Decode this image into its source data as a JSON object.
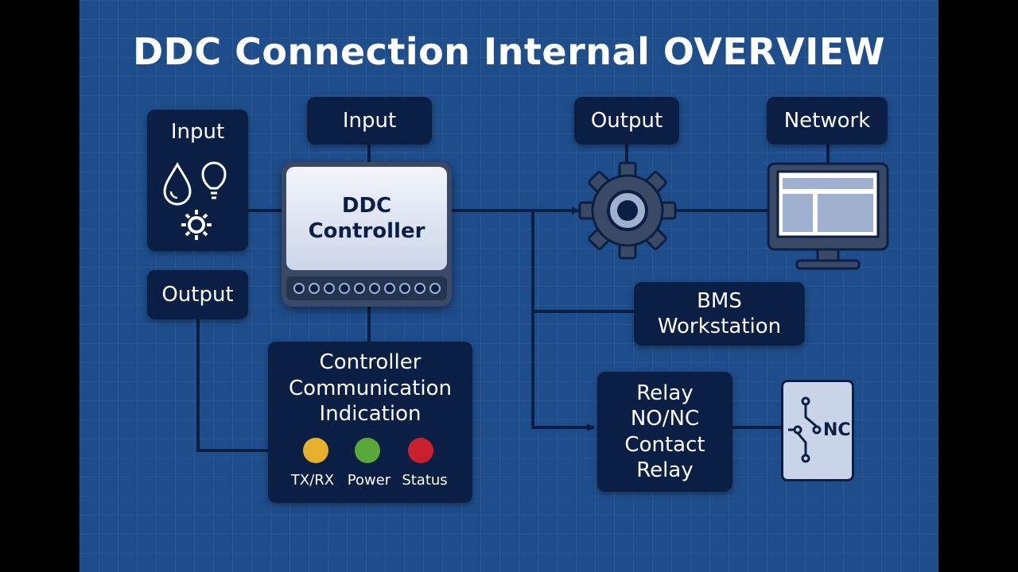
{
  "title": "DDC Connection Internal OVERVIEW",
  "boxes": {
    "input_left": "Input",
    "input_top": "Input",
    "output_left": "Output",
    "output_top": "Output",
    "network": "Network",
    "controller": "DDC\nController",
    "communication": "Controller\nCommunication\nIndication",
    "bms": "BMS\nWorkstation",
    "relay": "Relay\nNO/NC\nContact\nRelay",
    "relay_symbol": "NC"
  },
  "indicators": [
    {
      "label": "TX/RX",
      "color": "#e6b02a"
    },
    {
      "label": "Power",
      "color": "#5aa83a"
    },
    {
      "label": "Status",
      "color": "#c8202e"
    }
  ],
  "colors": {
    "background": "#1e4d8c",
    "box": "#0b1f45",
    "wire": "#0b1f45"
  }
}
